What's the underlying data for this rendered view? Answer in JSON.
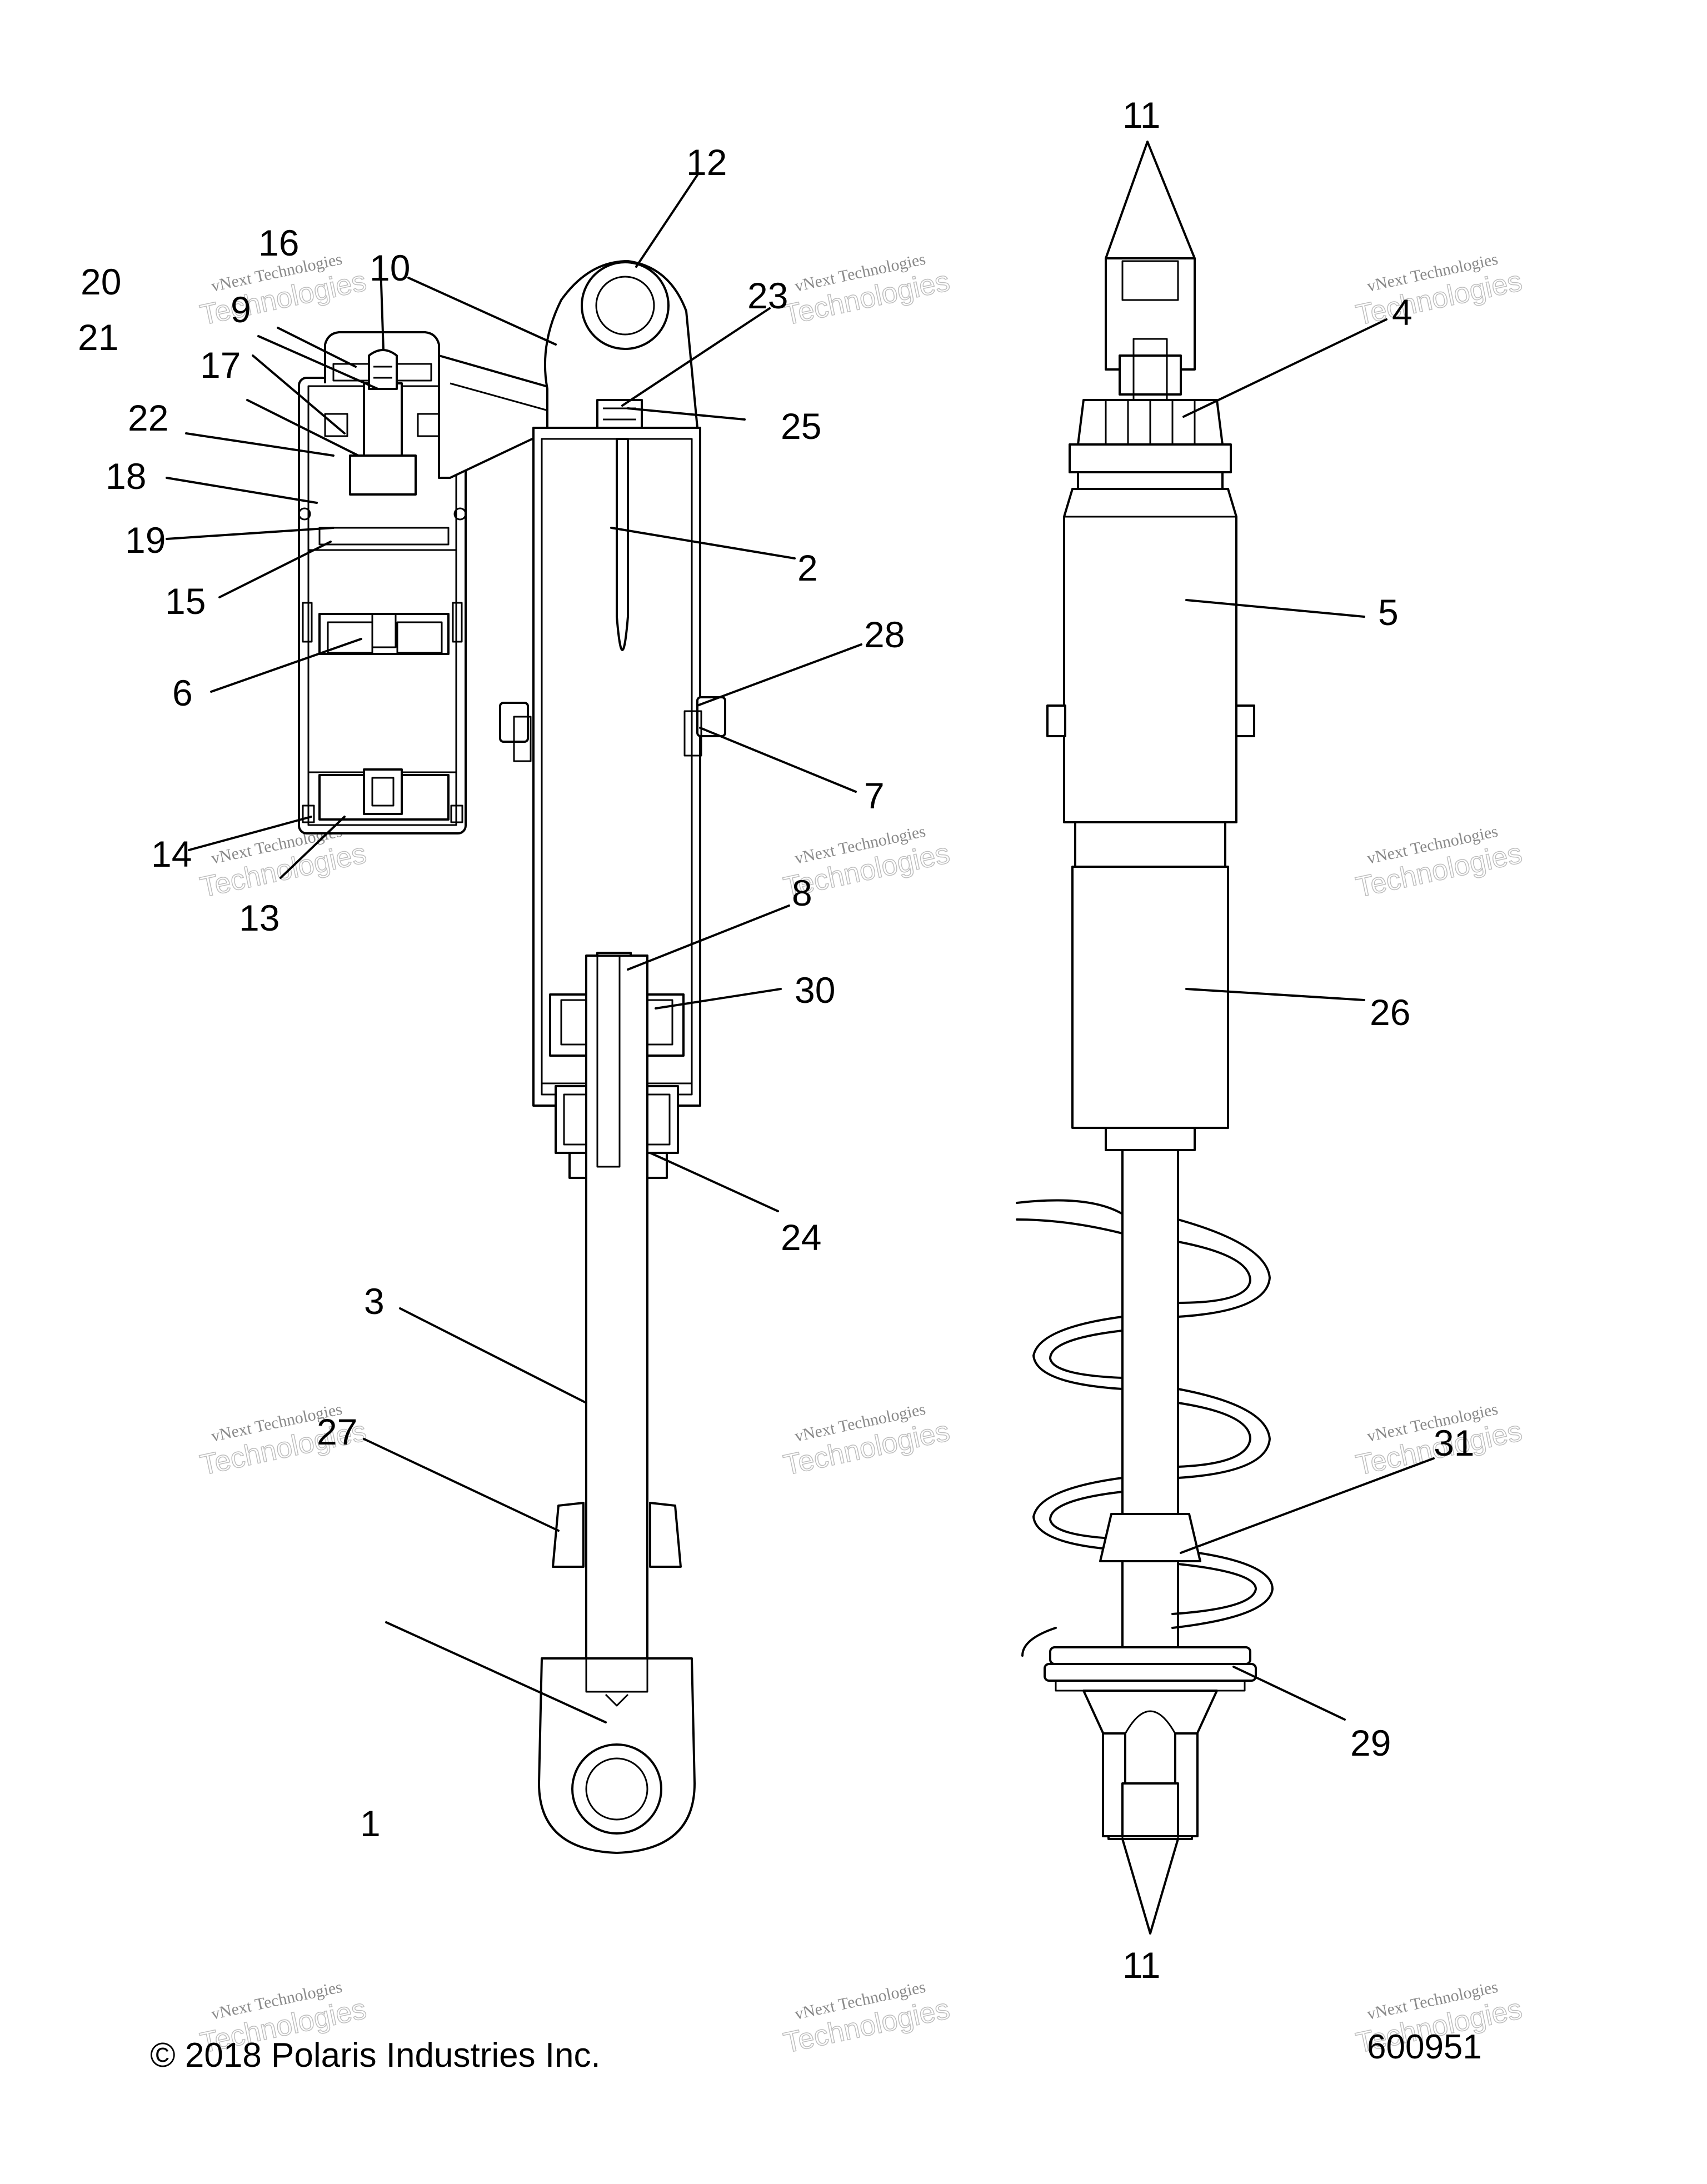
{
  "callouts": [
    "1",
    "2",
    "3",
    "4",
    "5",
    "6",
    "7",
    "8",
    "9",
    "10",
    "11",
    "11",
    "12",
    "13",
    "14",
    "15",
    "16",
    "17",
    "18",
    "19",
    "20",
    "21",
    "22",
    "23",
    "24",
    "25",
    "26",
    "27",
    "28",
    "29",
    "30",
    "31"
  ],
  "watermark": {
    "line1": "vNext Technologies",
    "line2": "Technologies"
  },
  "footer": {
    "copyright": "© 2018 Polaris Industries Inc.",
    "figure_number": "600951"
  }
}
